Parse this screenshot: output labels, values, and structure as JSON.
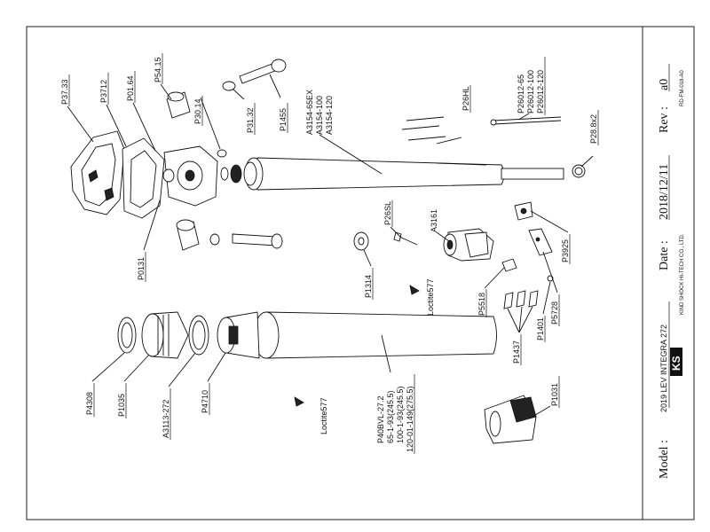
{
  "title_block": {
    "model_label": "Model :",
    "model_value": "2019 LEV INTEGRA 272",
    "date_label": "Date :",
    "date_value": "2018/12/11",
    "rev_label": "Rev :",
    "rev_value": "a0",
    "doc_code": "RD-FM-018-A0",
    "company": "KIND SHOCK HI-TECH CO., LTD.",
    "logo_text": "KS"
  },
  "callouts": {
    "p3733": "P37.33",
    "p3712": "P3712",
    "p0164": "P01.64",
    "p5415": "P54.15",
    "p3014": "P30.14",
    "p3132": "P31.32",
    "p1455": "P1455",
    "a3154_1": "A3154-65EX",
    "a3154_2": "A3154-100",
    "a3154_3": "A3154-120",
    "p26hl": "P26HL",
    "p26012_1": "P26012-65",
    "p26012_2": "P26012-100",
    "p26012_3": "P26012-120",
    "p2882": "P28.8x2",
    "p0131": "P0131",
    "p26sl": "P26SL",
    "a3161": "A3161",
    "p1314": "P1314",
    "loctite1": "Loctite577",
    "p5518": "P5518",
    "p3925": "P3925",
    "p5728": "P5728",
    "p1401": "P1401",
    "p1437": "P1437",
    "p1031": "P1031",
    "p4308": "P4308",
    "p1035": "P1035",
    "a3113": "A3113-272",
    "p4710": "P4710",
    "loctite2": "Loctite577",
    "p40bvl_1": "P40BVL-27.2",
    "p40bvl_2": "65-1-93(245.5)",
    "p40bvl_3": "100-1-93(245.5)",
    "p40bvl_4": "120-01-149(275.5)"
  }
}
